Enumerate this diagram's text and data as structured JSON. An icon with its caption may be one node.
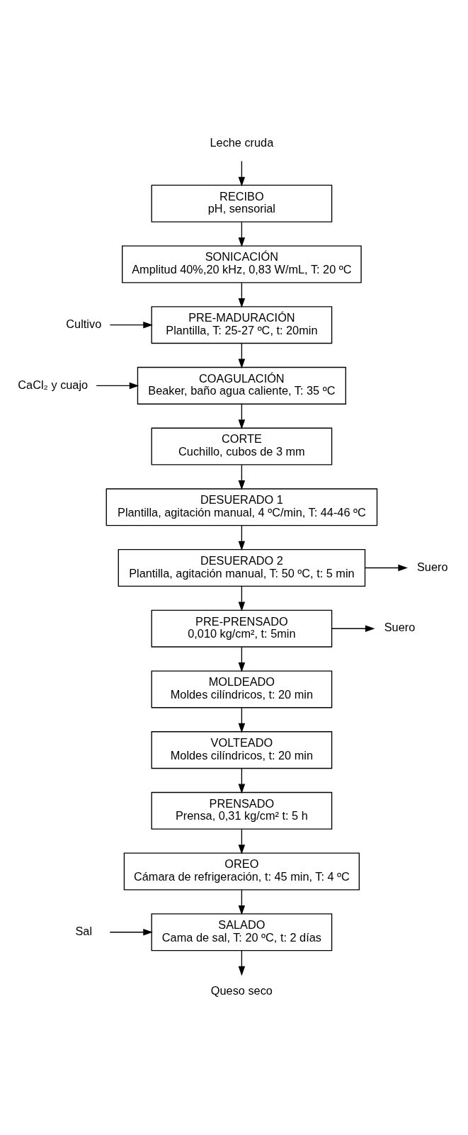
{
  "diagram": {
    "nodes": [
      {
        "text": [
          "Leche cruda"
        ]
      },
      {
        "text": [
          "RECIBO",
          "pH, sensorial"
        ]
      },
      {
        "text": [
          "SONICACIÓN",
          "Amplitud 40%,20 kHz, 0,83 W/mL, T: 20 ºC"
        ]
      },
      {
        "text": [
          "Cultivo"
        ]
      },
      {
        "text": [
          "PRE-MADURACIÓN",
          "Plantilla, T: 25-27 ºC, t: 20min"
        ]
      },
      {
        "text": [
          "CaCl₂ y cuajo"
        ]
      },
      {
        "text": [
          "COAGULACIÓN",
          "Beaker, baño agua caliente, T: 35 ºC"
        ]
      },
      {
        "text": [
          "CORTE",
          "Cuchillo, cubos de 3 mm"
        ]
      },
      {
        "text": [
          "DESUERADO 1",
          "Plantilla, agitación manual, 4 ºC/min, T: 44-46 ºC"
        ]
      },
      {
        "text": [
          "DESUERADO 2",
          "Plantilla, agitación manual, T: 50 ºC, t: 5 min"
        ]
      },
      {
        "text": [
          "Suero"
        ]
      },
      {
        "text": [
          "PRE-PRENSADO",
          "0,010 kg/cm², t: 5min"
        ]
      },
      {
        "text": [
          "Suero"
        ]
      },
      {
        "text": [
          "MOLDEADO",
          "Moldes cilíndricos, t: 20 min"
        ]
      },
      {
        "text": [
          "VOLTEADO",
          "Moldes cilíndricos, t: 20 min"
        ]
      },
      {
        "text": [
          "PRENSADO",
          "Prensa, 0,31 kg/cm² t: 5 h"
        ]
      },
      {
        "text": [
          "OREO",
          "Cámara de refrigeración, t: 45 min, T: 4 ºC"
        ]
      },
      {
        "text": [
          "Sal"
        ]
      },
      {
        "text": [
          "SALADO",
          "Cama de sal, T: 20 ºC, t: 2 días"
        ]
      },
      {
        "text": [
          "Queso seco"
        ]
      }
    ],
    "edges": [
      {
        "from": 0,
        "to": 1,
        "arrow": "to"
      },
      {
        "from": 1,
        "to": 2,
        "arrow": "to"
      },
      {
        "from": 2,
        "to": 4,
        "arrow": "to"
      },
      {
        "from": 3,
        "to": 4,
        "arrow": "to"
      },
      {
        "from": 4,
        "to": 6,
        "arrow": "to"
      },
      {
        "from": 5,
        "to": 6,
        "arrow": "to"
      },
      {
        "from": 6,
        "to": 7,
        "arrow": "to"
      },
      {
        "from": 7,
        "to": 8,
        "arrow": "to"
      },
      {
        "from": 8,
        "to": 9,
        "arrow": "to"
      },
      {
        "from": 9,
        "to": 10,
        "arrow": "to"
      },
      {
        "from": 9,
        "to": 11,
        "arrow": "to"
      },
      {
        "from": 11,
        "to": 12,
        "arrow": "to"
      },
      {
        "from": 11,
        "to": 13,
        "arrow": "to"
      },
      {
        "from": 13,
        "to": 14,
        "arrow": "to"
      },
      {
        "from": 14,
        "to": 15,
        "arrow": "to"
      },
      {
        "from": 15,
        "to": 16,
        "arrow": "to"
      },
      {
        "from": 16,
        "to": 18,
        "arrow": "to"
      },
      {
        "from": 17,
        "to": 18,
        "arrow": "to"
      },
      {
        "from": 18,
        "to": 19,
        "arrow": "to"
      }
    ]
  }
}
